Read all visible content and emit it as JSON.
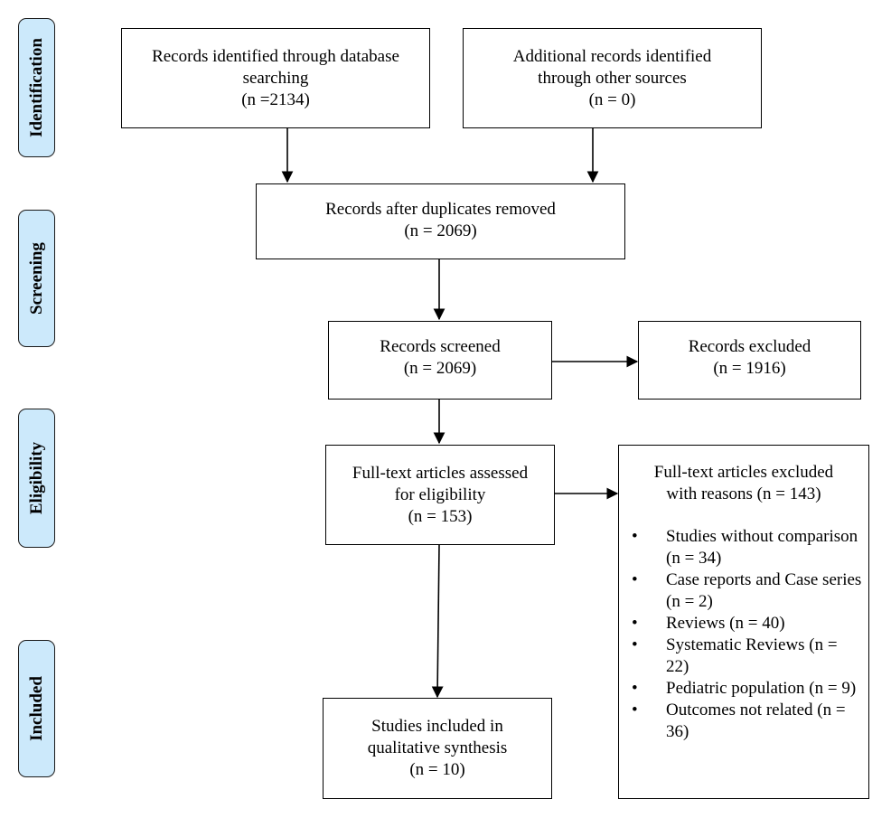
{
  "phases": {
    "identification": "Identification",
    "screening": "Screening",
    "eligibility": "Eligibility",
    "included": "Included"
  },
  "identified_database": {
    "line1": "Records identified through database",
    "line2": "searching",
    "count": "(n =2134)"
  },
  "identified_other": {
    "line1": "Additional records identified",
    "line2": "through other sources",
    "count": "(n = 0)"
  },
  "after_duplicates": {
    "line1": "Records after duplicates removed",
    "count": "(n = 2069)"
  },
  "screened": {
    "line1": "Records screened",
    "count": "(n = 2069)"
  },
  "excluded": {
    "line1": "Records excluded",
    "count": "(n = 1916)"
  },
  "fulltext_assessed": {
    "line1": "Full-text articles assessed",
    "line2": "for eligibility",
    "count": "(n = 153)"
  },
  "fulltext_excluded": {
    "line1": "Full-text articles excluded",
    "line2": "with reasons (n = 143)",
    "reasons": [
      "Studies without comparison (n = 34)",
      "Case reports and Case series (n = 2)",
      "Reviews (n = 40)",
      "Systematic Reviews (n = 22)",
      "Pediatric population (n = 9)",
      "Outcomes not related (n = 36)"
    ]
  },
  "included_studies": {
    "line1": "Studies included in",
    "line2": "qualitative synthesis",
    "count": "(n = 10)"
  }
}
